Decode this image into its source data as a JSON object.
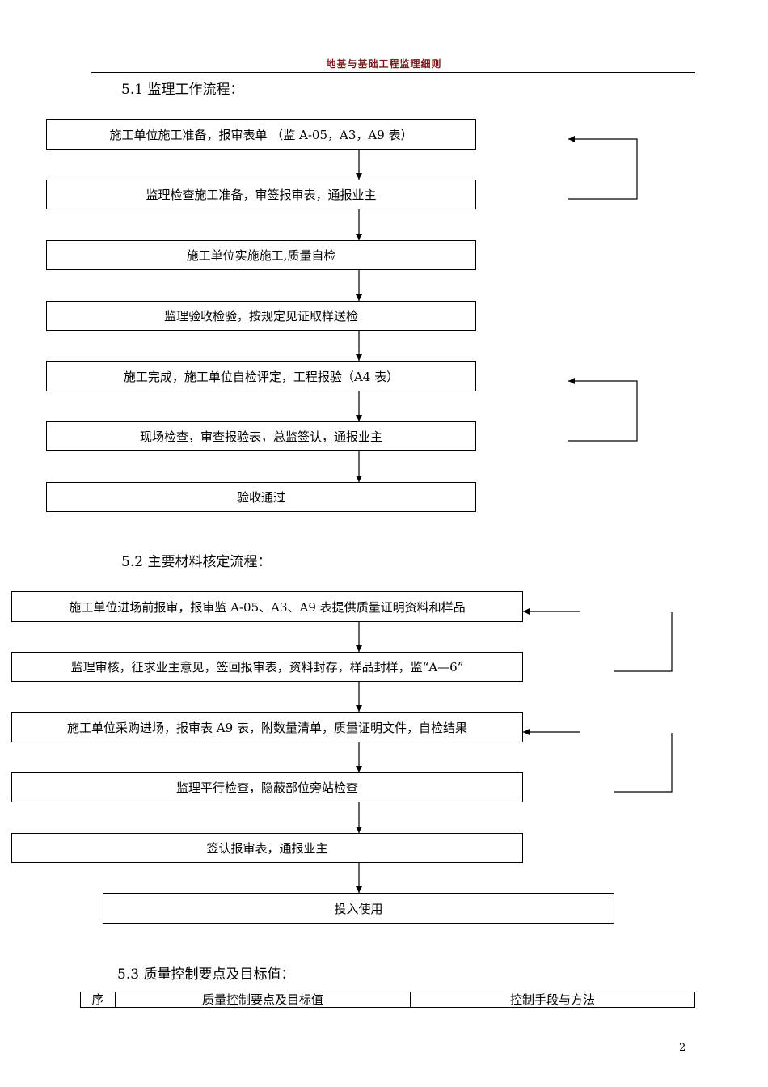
{
  "header": {
    "title": "地基与基础工程监理细则"
  },
  "section1": {
    "title": "5.1 监理工作流程：",
    "steps": [
      "施工单位施工准备，报审表单 （监 A-05，A3，A9 表）",
      "监理检查施工准备，审签报审表，通报业主",
      "施工单位实施施工,质量自检",
      "监理验收检验，按规定见证取样送检",
      "施工完成，施工单位自检评定，工程报验（A4 表）",
      "现场检查，审查报验表，总监签认，通报业主",
      "验收通过"
    ]
  },
  "section2": {
    "title": "5.2 主要材料核定流程：",
    "steps": [
      "施工单位进场前报审，报审监 A-05、A3、A9 表提供质量证明资料和样品",
      "监理审核，征求业主意见，签回报审表，资料封存，样品封样，监“A—6”",
      "施工单位采购进场，报审表 A9 表，附数量清单，质量证明文件，自检结果",
      "监理平行检查，隐蔽部位旁站检查",
      "签认报审表，通报业主",
      "投入使用"
    ]
  },
  "section3": {
    "title": "5.3 质量控制要点及目标值：",
    "table_headers": [
      "序",
      "质量控制要点及目标值",
      "控制手段与方法"
    ]
  },
  "footer": {
    "page_number": "2"
  }
}
